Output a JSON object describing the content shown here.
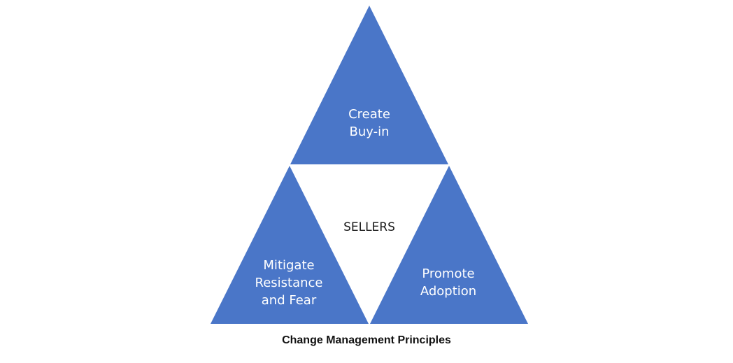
{
  "colors": {
    "triangle_fill": "#4a76c8",
    "center_text": "#1a1a1a",
    "label_text": "#ffffff"
  },
  "triangles": {
    "top": {
      "label": "Create\nBuy-in"
    },
    "bottom_left": {
      "label": "Mitigate\nResistance\nand Fear"
    },
    "bottom_right": {
      "label": "Promote\nAdoption"
    }
  },
  "center": {
    "label": "SELLERS"
  },
  "caption": "Change Management Principles"
}
